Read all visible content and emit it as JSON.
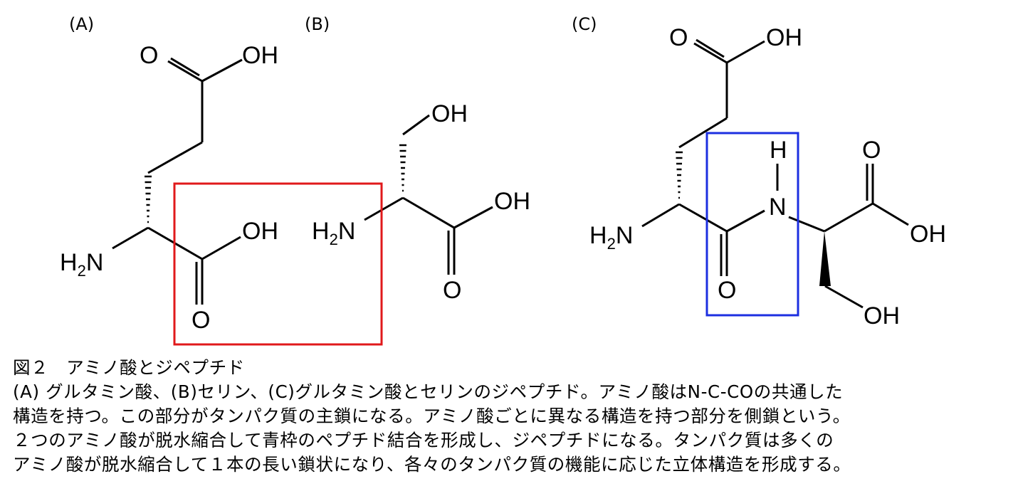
{
  "panels": {
    "a": {
      "label": "(A)"
    },
    "b": {
      "label": "(B)"
    },
    "c": {
      "label": "(C)"
    }
  },
  "atoms": {
    "oh": "OH",
    "o": "O",
    "h": "H",
    "n": "N",
    "nh2_main": "H",
    "nh2_n": "N",
    "nh2_sub": "2"
  },
  "highlights": {
    "peptide_pair_color": "#e0191b",
    "peptide_bond_color": "#1c2fe0"
  },
  "caption": {
    "title": "図２　アミノ酸とジペプチド",
    "lines": [
      "(A) グルタミン酸、(B)セリン、(C)グルタミン酸とセリンのジペプチド。アミノ酸はN-C-COの共通した",
      "構造を持つ。この部分がタンパク質の主鎖になる。アミノ酸ごとに異なる構造を持つ部分を側鎖という。",
      "２つのアミノ酸が脱水縮合して青枠のペプチド結合を形成し、ジペプチドになる。タンパク質は多くの",
      "アミノ酸が脱水縮合して１本の長い鎖状になり、各々のタンパク質の機能に応じた立体構造を形成する。"
    ]
  }
}
